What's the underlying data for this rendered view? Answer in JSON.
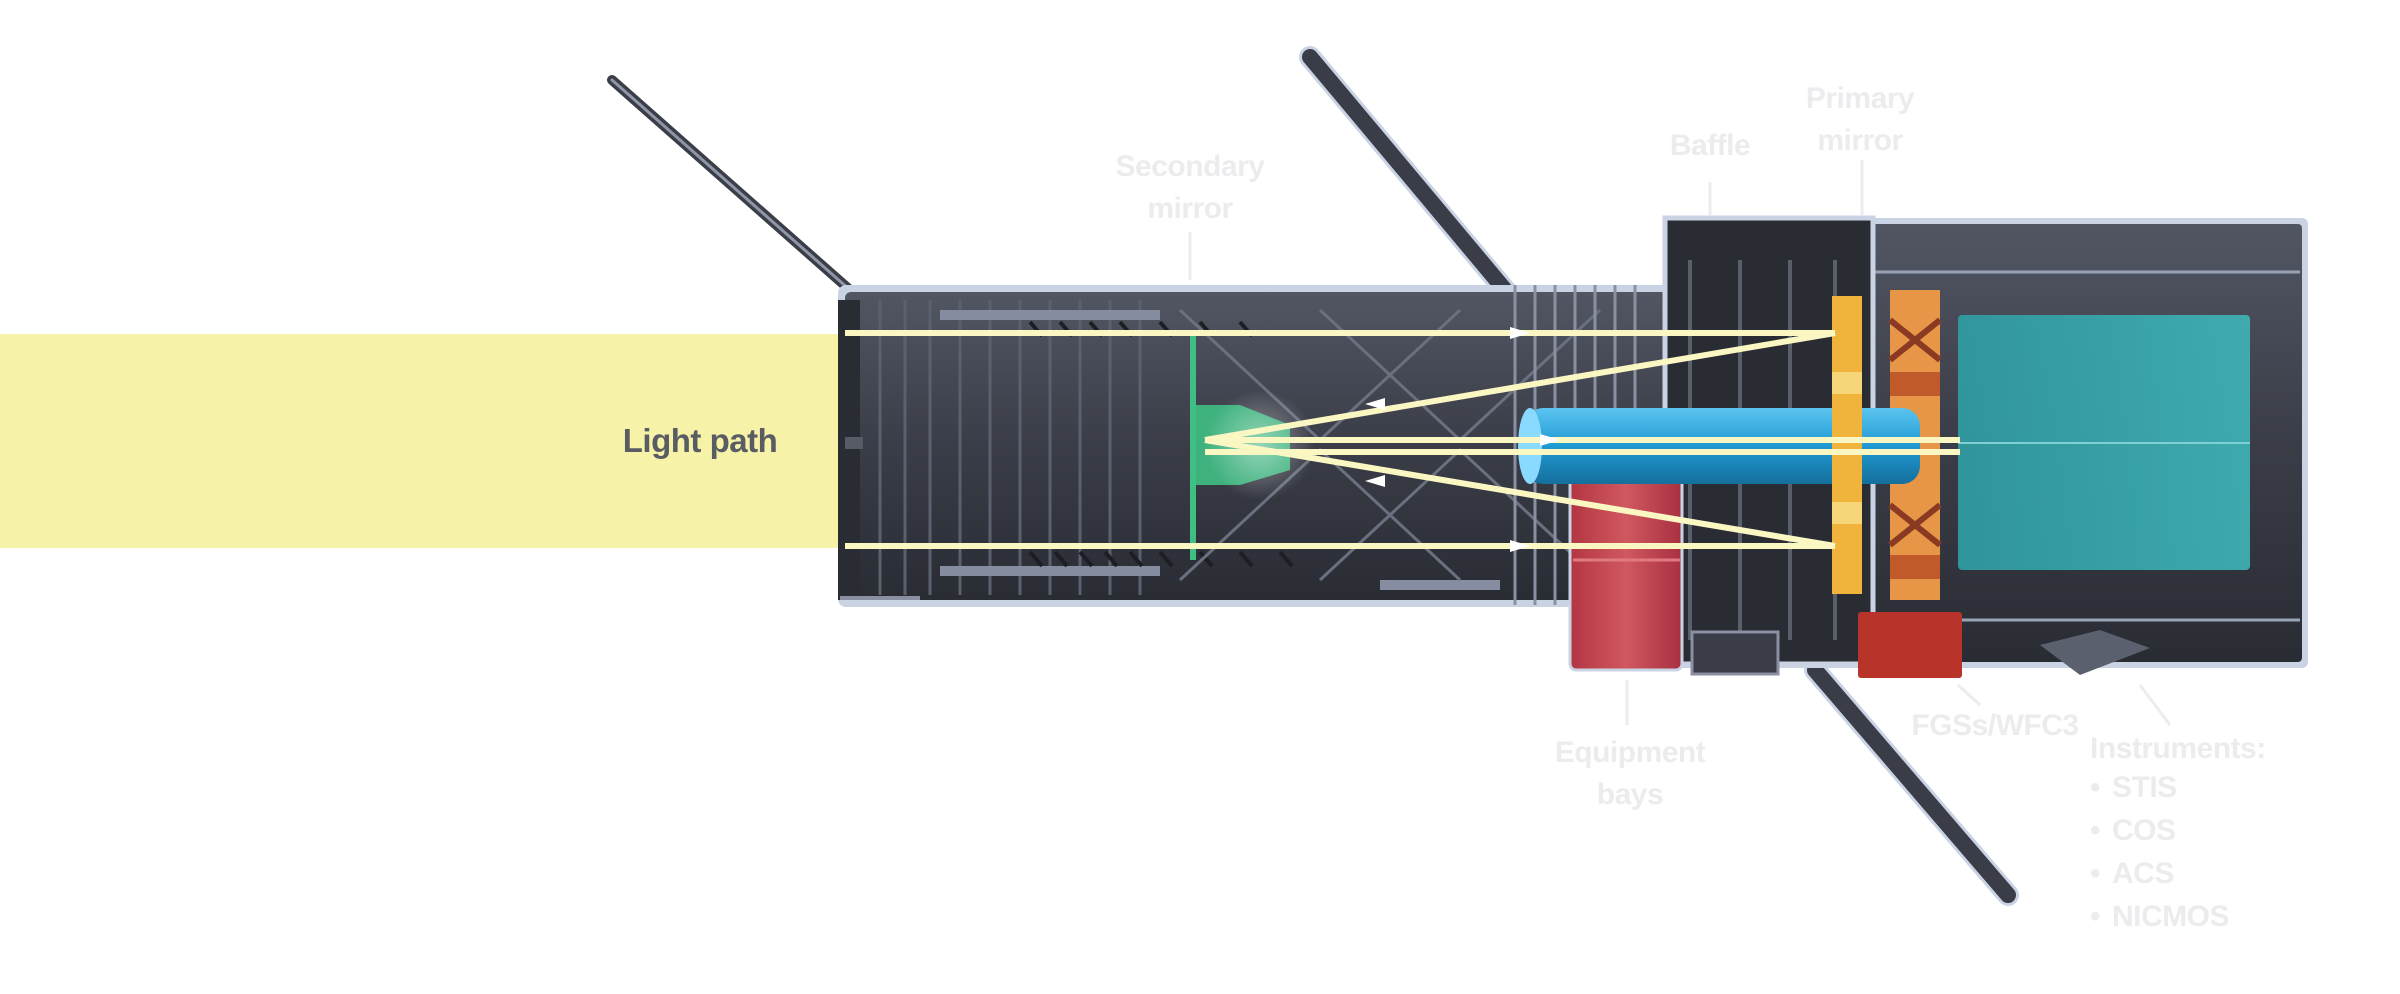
{
  "diagram": {
    "light_path_label": "Light path",
    "labels": {
      "secondary_mirror": [
        "Secondary",
        "mirror"
      ],
      "baffle": "Baffle",
      "primary_mirror": [
        "Primary",
        "mirror"
      ],
      "equipment_bays": [
        "Equipment",
        "bays"
      ],
      "fgs_wfc3": "FGSs/WFC3",
      "instruments_title": "Instruments:"
    },
    "instruments": [
      "STIS",
      "COS",
      "ACS",
      "NICMOS"
    ],
    "bullet": "•",
    "colors": {
      "light_beam": "#f6f3a8",
      "body_dark": "#2f323b",
      "body_mid": "#454955",
      "outline": "#c9d3e4",
      "secondary_mirror": "#3fbf84",
      "primary_mirror": "#f0b43c",
      "blue_tube": "#1f9ad3",
      "instrument_teal": "#2aa3a8",
      "equipment_red": "#c2424a",
      "fgs_red": "#b8342a",
      "orange_structure": "#e79647",
      "ray": "#fbf7c2"
    }
  }
}
